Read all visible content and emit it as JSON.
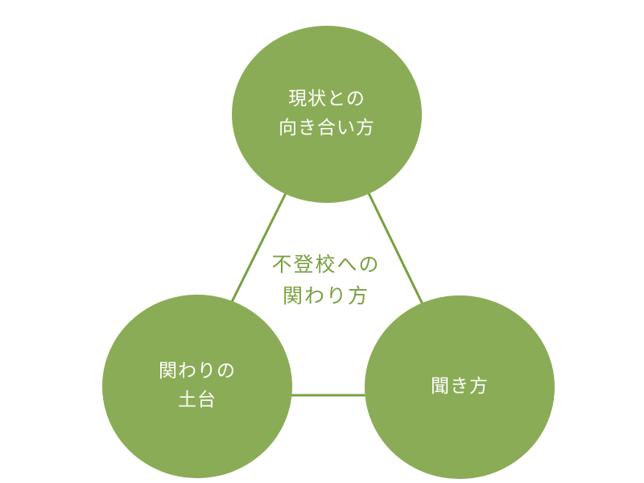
{
  "colors": {
    "node_fill": "#8aac56",
    "connector": "#78a03f",
    "center_text": "#78a03f",
    "node_text": "#ffffff"
  },
  "center": {
    "line1": "不登校への",
    "line2": "関わり方"
  },
  "nodes": {
    "top": {
      "line1": "現状との",
      "line2": "向き合い方"
    },
    "left": {
      "line1": "関わりの",
      "line2": "土台"
    },
    "right": {
      "line1": "聞き方"
    }
  }
}
